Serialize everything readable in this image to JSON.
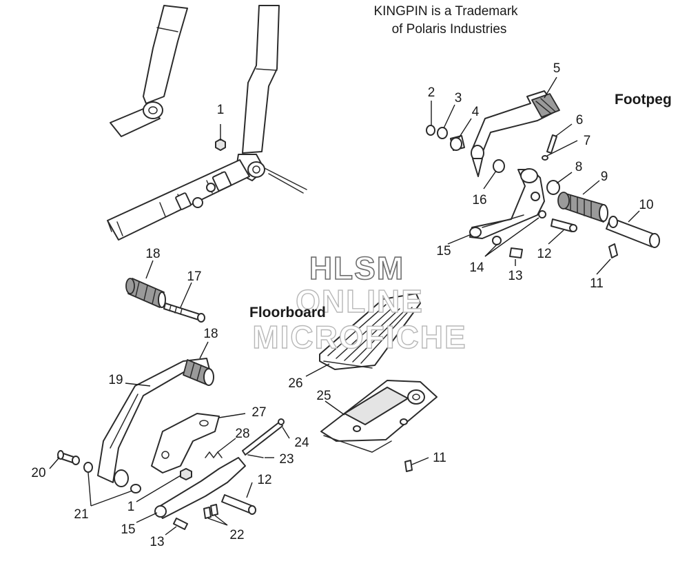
{
  "notice": {
    "line1": "KINGPIN is a Trademark",
    "line2": "of Polaris Industries"
  },
  "sections": {
    "footpeg": "Footpeg",
    "floorboard": "Floorboard"
  },
  "watermark": {
    "line1": "HLSM",
    "line2": "ONLINE",
    "line3": "MICROFICHE"
  },
  "callouts": [
    {
      "id": "c1a",
      "text": "1"
    },
    {
      "id": "c2",
      "text": "2"
    },
    {
      "id": "c3",
      "text": "3"
    },
    {
      "id": "c4",
      "text": "4"
    },
    {
      "id": "c5",
      "text": "5"
    },
    {
      "id": "c6",
      "text": "6"
    },
    {
      "id": "c7",
      "text": "7"
    },
    {
      "id": "c8",
      "text": "8"
    },
    {
      "id": "c9",
      "text": "9"
    },
    {
      "id": "c10",
      "text": "10"
    },
    {
      "id": "c11a",
      "text": "11"
    },
    {
      "id": "c12a",
      "text": "12"
    },
    {
      "id": "c13a",
      "text": "13"
    },
    {
      "id": "c14",
      "text": "14"
    },
    {
      "id": "c15a",
      "text": "15"
    },
    {
      "id": "c16",
      "text": "16"
    },
    {
      "id": "c18a",
      "text": "18"
    },
    {
      "id": "c17",
      "text": "17"
    },
    {
      "id": "c18b",
      "text": "18"
    },
    {
      "id": "c19",
      "text": "19"
    },
    {
      "id": "c26",
      "text": "26"
    },
    {
      "id": "c25",
      "text": "25"
    },
    {
      "id": "c27",
      "text": "27"
    },
    {
      "id": "c28",
      "text": "28"
    },
    {
      "id": "c24",
      "text": "24"
    },
    {
      "id": "c23",
      "text": "23"
    },
    {
      "id": "c11b",
      "text": "11"
    },
    {
      "id": "c20",
      "text": "20"
    },
    {
      "id": "c12b",
      "text": "12"
    },
    {
      "id": "c21",
      "text": "21"
    },
    {
      "id": "c1b",
      "text": "1"
    },
    {
      "id": "c15b",
      "text": "15"
    },
    {
      "id": "c22",
      "text": "22"
    },
    {
      "id": "c13b",
      "text": "13"
    }
  ]
}
